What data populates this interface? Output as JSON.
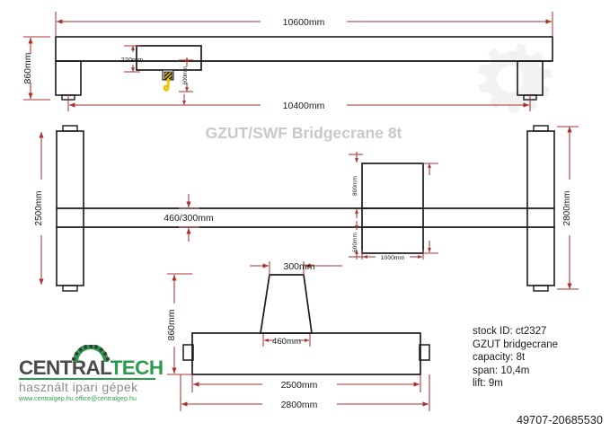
{
  "drawing": {
    "title": "GZUT/SWF Bridgecrane 8t",
    "title_color": "#c8c8c8",
    "line_color": "#1a1a1a",
    "dim_color": "#a83232",
    "hook_color": "#f2c200",
    "watermark": "gear-watermark"
  },
  "dimensions": {
    "top_span_overall": "10600mm",
    "top_span_wheel": "10400mm",
    "top_height": "860mm",
    "trolley_clearance": "220mm",
    "hook_drop": "600mm",
    "mid_left_height": "2500mm",
    "mid_right_height": "2800mm",
    "girder_depth": "460/300mm",
    "hoist_upper": "800mm",
    "hoist_lower": "600mm",
    "hoist_width": "1000mm",
    "end_top_width": "300mm",
    "end_girder_width": "460mm",
    "end_height": "860mm",
    "end_wheelbase": "2500mm",
    "end_overall": "2800mm"
  },
  "specs": {
    "lines": [
      "stock ID: ct2327",
      "GZUT bridgecrane",
      "capacity: 8t",
      "span: 10,4m",
      "lift: 9m"
    ]
  },
  "reference": {
    "code": "49707-20685530"
  },
  "logo": {
    "word_primary": "CENTRAL",
    "word_accent": "TECH",
    "tagline": "használt ipari gépek",
    "urls": "www.centralgep.hu   office@centralgep.hu",
    "primary_color": "#4a4a4a",
    "accent_color": "#2d9b4e",
    "tagline_color": "#8c8c8c"
  }
}
